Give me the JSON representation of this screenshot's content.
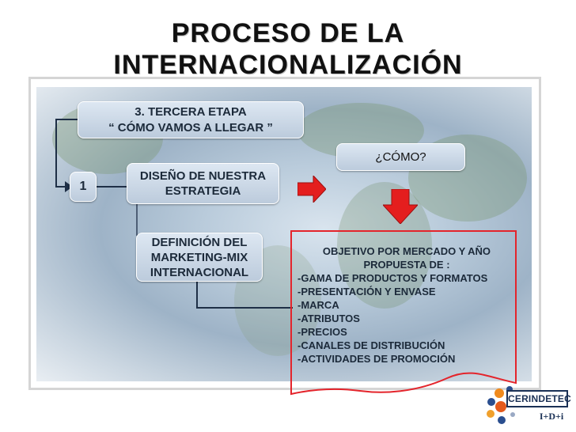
{
  "title": {
    "line1": "PROCESO DE LA",
    "line2": "INTERNACIONALIZACIÓN"
  },
  "stage": {
    "line1": "3. TERCERA  ETAPA",
    "line2": "“ CÓMO VAMOS A LLEGAR ”"
  },
  "step_number": "1",
  "design_box": {
    "line1": "DISEÑO DE NUESTRA",
    "line2": "ESTRATEGIA"
  },
  "marketing_box": {
    "line1": "DEFINICIÓN DEL",
    "line2": "MARKETING-MIX",
    "line3": "INTERNACIONAL"
  },
  "how_box": "¿CÓMO?",
  "objective": {
    "heading_line1": "OBJETIVO POR MERCADO Y AÑO",
    "heading_line2": "PROPUESTA DE :",
    "items": [
      "-GAMA DE PRODUCTOS Y FORMATOS",
      "-PRESENTACIÓN Y ENVASE",
      "-MARCA",
      "-ATRIBUTOS",
      "-PRECIOS",
      "-CANALES DE DISTRIBUCIÓN",
      "-ACTIVIDADES DE PROMOCIÓN"
    ]
  },
  "logo": {
    "name": "CERINDETEC",
    "sub": "I+D+i"
  },
  "colors": {
    "arrow_red": "#e41e1e",
    "connector_navy": "#1e2f46",
    "box_fill": "#c9d6e5",
    "objective_border": "#e4242b"
  }
}
